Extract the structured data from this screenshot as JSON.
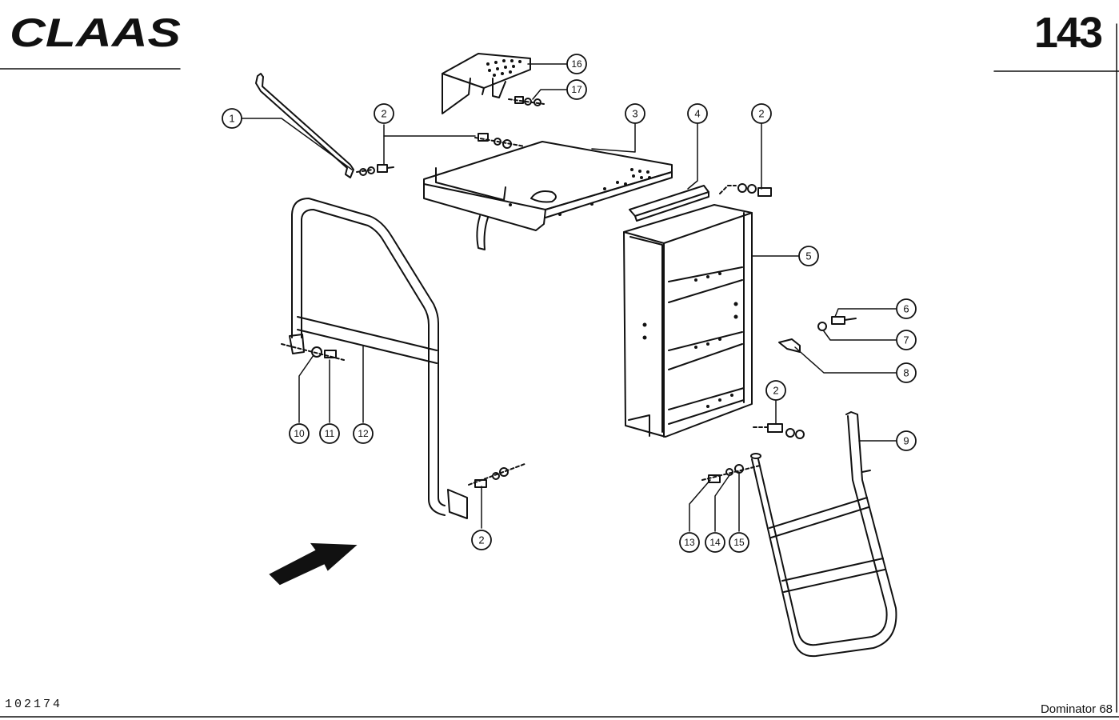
{
  "header": {
    "brand": "CLAAS",
    "page_number": "143"
  },
  "footer": {
    "document_code": "102174",
    "model": "Dominator 68"
  },
  "callouts": {
    "c1": "1",
    "c2a": "2",
    "c2b": "2",
    "c2c": "2",
    "c2d": "2",
    "c3": "3",
    "c4": "4",
    "c5": "5",
    "c6": "6",
    "c7": "7",
    "c8": "8",
    "c9": "9",
    "c10": "10",
    "c11": "11",
    "c12": "12",
    "c13": "13",
    "c14": "14",
    "c15": "15",
    "c16": "16",
    "c17": "17"
  },
  "colors": {
    "ink": "#111111",
    "paper": "#ffffff"
  }
}
